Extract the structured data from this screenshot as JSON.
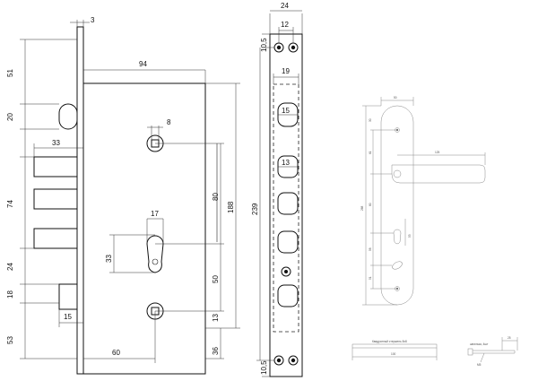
{
  "lock_front_view": {
    "dim_thickness": "3",
    "dim_width": "94",
    "dim_top": "51",
    "dim_latch_height": "20",
    "dim_bolt_length": "33",
    "dim_bolt_span": "74",
    "dim_bolt_to_latch": "24",
    "dim_lower_bolt": "18",
    "dim_lower_bolt_length": "15",
    "dim_bottom": "53",
    "dim_backset": "60",
    "dim_spindle_size": "8",
    "dim_cylinder_width": "17",
    "dim_cylinder_height": "33",
    "dim_spindle_to_cylinder": "80",
    "dim_case_height": "188",
    "dim_cylinder_to_lower": "50",
    "dim_lower_spindle": "13",
    "dim_bottom_offset": "36"
  },
  "faceplate_view": {
    "dim_width": "24",
    "dim_screw_spacing": "12",
    "dim_top_offset": "10,5",
    "dim_inner_width": "19",
    "dim_upper_bolt": "15",
    "dim_bolt": "13",
    "dim_total_length": "239",
    "dim_bottom_offset": "10,5"
  },
  "handle_view": {
    "dim_plate_width": "50",
    "dim_lever_length": "125",
    "dim_plate_height": "268",
    "dim_a": "30",
    "dim_b": "61",
    "dim_c": "80",
    "dim_d": "53",
    "dim_e": "58",
    "dim_f": "51"
  },
  "spindle_view": {
    "label": "Квадратный стержень 8х8",
    "length": "100"
  },
  "screw_view": {
    "label": "шпилька, 4шт",
    "dim_length": "25",
    "dim_thread": "M5"
  }
}
